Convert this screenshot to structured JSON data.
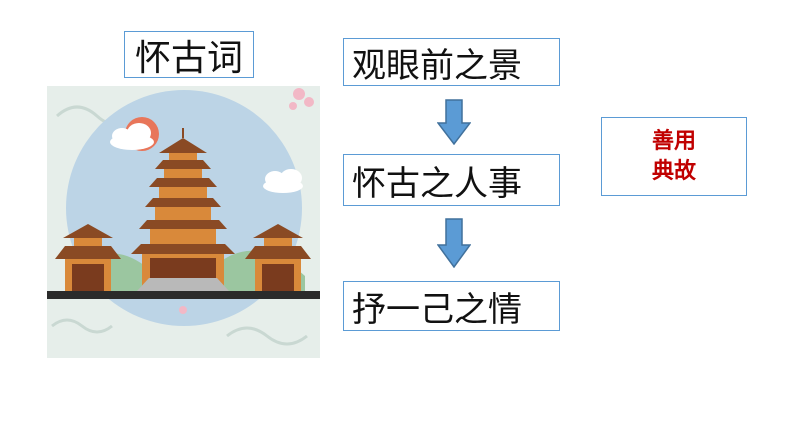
{
  "title": "怀古词",
  "steps": [
    "观眼前之景",
    "怀古之人事",
    "抒一己之情"
  ],
  "side_note": {
    "line1": "善用",
    "line2": "典故"
  },
  "colors": {
    "box_border": "#5b9bd5",
    "arrow_fill": "#5b9bd5",
    "arrow_stroke": "#41719c",
    "side_text": "#c00000",
    "illustration_bg": "#e6eeea",
    "sky": "#bcd4e6",
    "roof": "#8a4a24",
    "building": "#d9893a"
  },
  "icons": [
    "arrow-down-icon",
    "pagoda-illustration",
    "sun-icon",
    "cloud-icon",
    "plum-blossom-icon"
  ]
}
